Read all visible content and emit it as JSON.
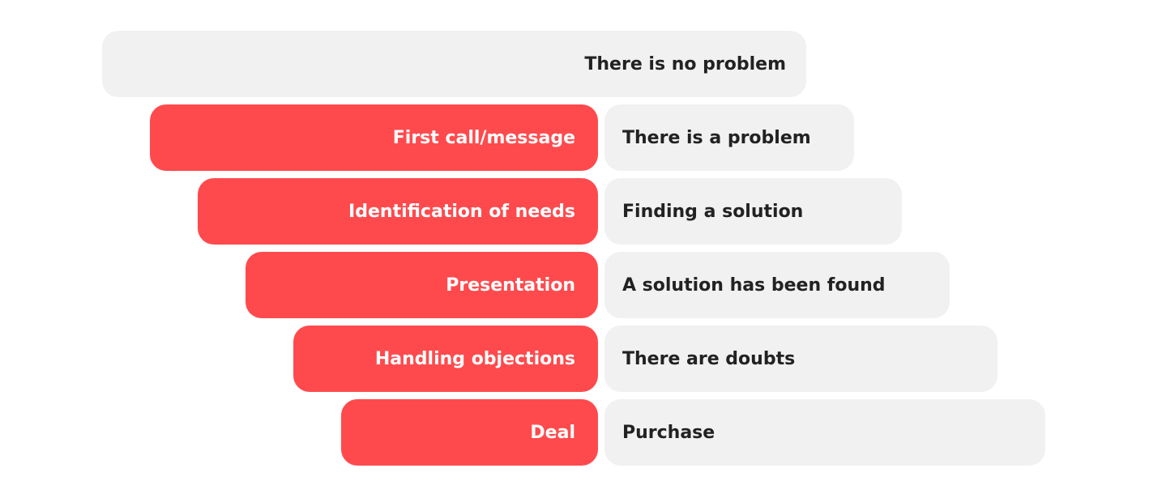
{
  "colors": {
    "stage_fill": "#ff4a4d",
    "state_fill": "#f1f1f1",
    "stage_text": "#ffffff",
    "state_text": "#222222"
  },
  "funnel": {
    "top_state": "There is no problem",
    "rows": [
      {
        "stage": "First call/message",
        "state": "There is a problem"
      },
      {
        "stage": "Identification of needs",
        "state": "Finding a solution"
      },
      {
        "stage": "Presentation",
        "state": "A solution has been found"
      },
      {
        "stage": "Handling objections",
        "state": "There are doubts"
      },
      {
        "stage": "Deal",
        "state": "Purchase"
      }
    ]
  }
}
